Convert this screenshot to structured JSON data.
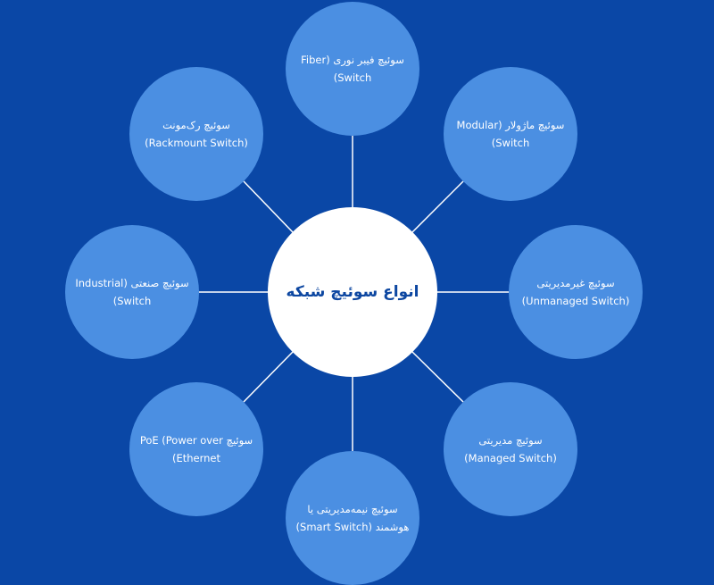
{
  "colors": {
    "background": "#0a47a6",
    "node": "#4b8fe2",
    "center": "#ffffff",
    "center_text": "#0d47a1"
  },
  "center": {
    "title": "انواع سوئیچ شبکه"
  },
  "nodes": [
    {
      "line1": "سوئیچ فیبر نوری (Fiber",
      "line2": "Switch)"
    },
    {
      "line1": "سوئیچ ماژولار (Modular",
      "line2": "Switch)"
    },
    {
      "line1": "سوئیچ غیرمدیریتی",
      "line2": "(Unmanaged Switch)"
    },
    {
      "line1": "سوئیچ مدیریتی",
      "line2": "(Managed Switch)"
    },
    {
      "line1": "سوئیچ نیمه‌مدیریتی یا",
      "line2": "هوشمند (Smart Switch)"
    },
    {
      "line1": "سوئیچ PoE (Power over",
      "line2": "Ethernet)"
    },
    {
      "line1": "سوئیچ صنعتی (Industrial",
      "line2": "Switch)"
    },
    {
      "line1": "سوئیچ رک‌مونت",
      "line2": "(Rackmount Switch)"
    }
  ]
}
